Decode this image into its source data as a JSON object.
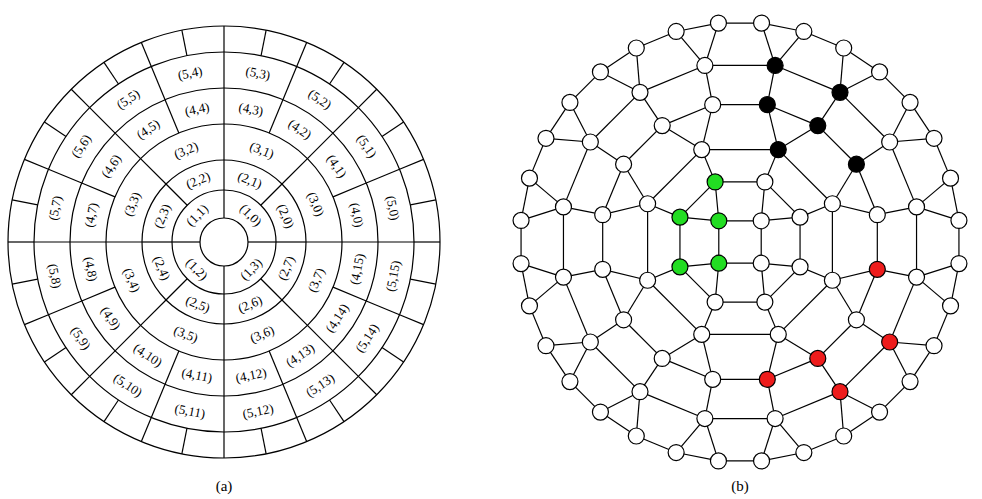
{
  "diagram": {
    "labels": [
      "(1,0)",
      "(1,1)",
      "(1,2)",
      "(1,3)",
      "(2,0)",
      "(2,1)",
      "(2,2)",
      "(2,3)",
      "(2,4)",
      "(2,5)",
      "(2,6)",
      "(2,7)",
      "(3,0)",
      "(3,1)",
      "(3,2)",
      "(3,3)",
      "(3,4)",
      "(3,5)",
      "(3,6)",
      "(3,7)",
      "(4,0)",
      "(4,1)",
      "(4,2)",
      "(4,3)",
      "(4,4)",
      "(4,5)",
      "(4,6)",
      "(4,7)",
      "(4,8)",
      "(4,9)",
      "(4,10)",
      "(4,11)",
      "(4,12)",
      "(4,13)",
      "(4,14)",
      "(4,15)",
      "(5,0)",
      "(5,1)",
      "(5,2)",
      "(5,3)",
      "(5,4)",
      "(5,5)",
      "(5,6)",
      "(5,7)",
      "(5,8)",
      "(5,9)",
      "(5,10)",
      "(5,11)",
      "(5,12)",
      "(5,13)",
      "(5,14)",
      "(5,15)",
      "(a)",
      "(b)"
    ]
  }
}
